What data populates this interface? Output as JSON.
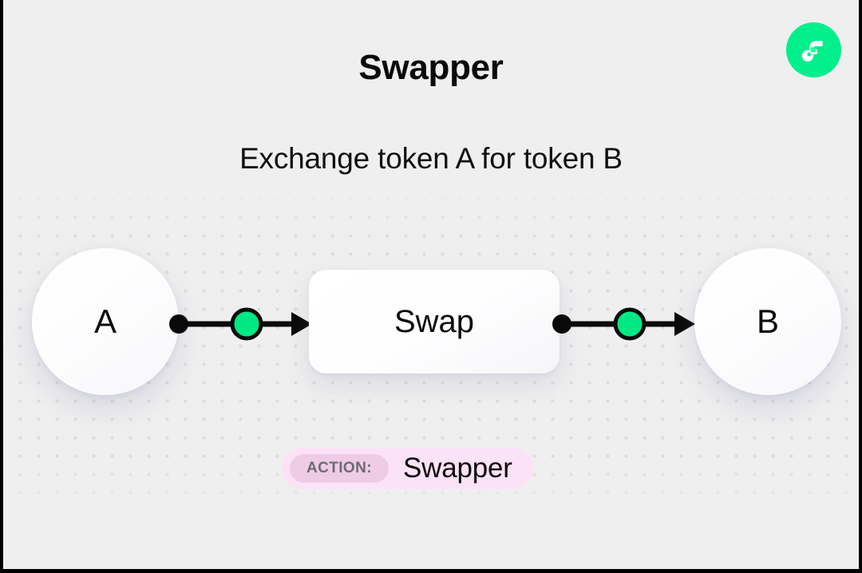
{
  "canvas": {
    "background_color": "#EFEFEF",
    "border_color": "#000000",
    "dot_grid_color": "#DCDCDE"
  },
  "header": {
    "title": "Swapper",
    "subtitle": "Exchange token A for token B"
  },
  "brand": {
    "logo_icon": "flow-logo-icon",
    "logo_color": "#00EF8B",
    "logo_mark_color": "#FFFFFF"
  },
  "diagram": {
    "type": "flow",
    "nodes": [
      {
        "id": "a",
        "label": "A",
        "shape": "circle"
      },
      {
        "id": "swap",
        "label": "Swap",
        "shape": "rounded-rect"
      },
      {
        "id": "b",
        "label": "B",
        "shape": "circle"
      }
    ],
    "edges": [
      {
        "from": "a",
        "to": "swap",
        "marker": "arrow",
        "accent_color": "#00E27E"
      },
      {
        "from": "swap",
        "to": "b",
        "marker": "arrow",
        "accent_color": "#00E27E"
      }
    ],
    "edge_dot_color": "#0A0A0A",
    "edge_line_color": "#0A0A0A",
    "edge_node_fill": "#00E884",
    "edge_node_stroke": "#0A0A0A"
  },
  "action_badge": {
    "label": "ACTION:",
    "value": "Swapper",
    "pill_color": "#FCE2F6",
    "label_pill_color": "#EFCCE6",
    "label_text_color": "#6C6C72",
    "value_text_color": "#0B0B0B"
  }
}
